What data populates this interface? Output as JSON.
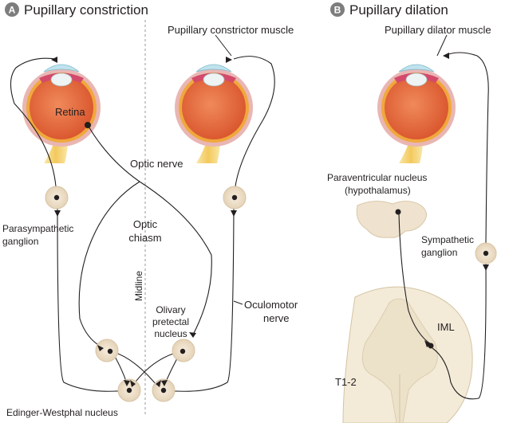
{
  "panel_a": {
    "letter": "A",
    "title": "Pupillary constriction",
    "labels": {
      "pupillary_constrictor_muscle": "Pupillary constrictor muscle",
      "retina": "Retina",
      "optic_nerve": "Optic nerve",
      "parasympathetic_ganglion_line1": "Parasympathetic",
      "parasympathetic_ganglion_line2": "ganglion",
      "optic_chiasm_line1": "Optic",
      "optic_chiasm_line2": "chiasm",
      "midline": "Midline",
      "olivary_pretectal_line1": "Olivary",
      "olivary_pretectal_line2": "pretectal",
      "olivary_pretectal_line3": "nucleus",
      "oculomotor_nerve_line1": "Oculomotor",
      "oculomotor_nerve_line2": "nerve",
      "edinger_westphal_nucleus": "Edinger-Westphal nucleus"
    }
  },
  "panel_b": {
    "letter": "B",
    "title": "Pupillary dilation",
    "labels": {
      "pupillary_dilator_muscle": "Pupillary dilator muscle",
      "paraventricular_line1": "Paraventricular nucleus",
      "paraventricular_line2": "(hypothalamus)",
      "sympathetic_ganglion_line1": "Sympathetic",
      "sympathetic_ganglion_line2": "ganglion",
      "iml": "IML",
      "t1_2": "T1-2"
    }
  },
  "colors": {
    "panel_badge": "#7d7d7d",
    "eye_sclera": "#e8b5b3",
    "eye_choroid": "#f2a93b",
    "eye_interior": "#e0673d",
    "optic_nerve": "#f5d27a",
    "nucleus_fill": "#efe3cf",
    "spinal_cord": "#f3ebd8"
  }
}
